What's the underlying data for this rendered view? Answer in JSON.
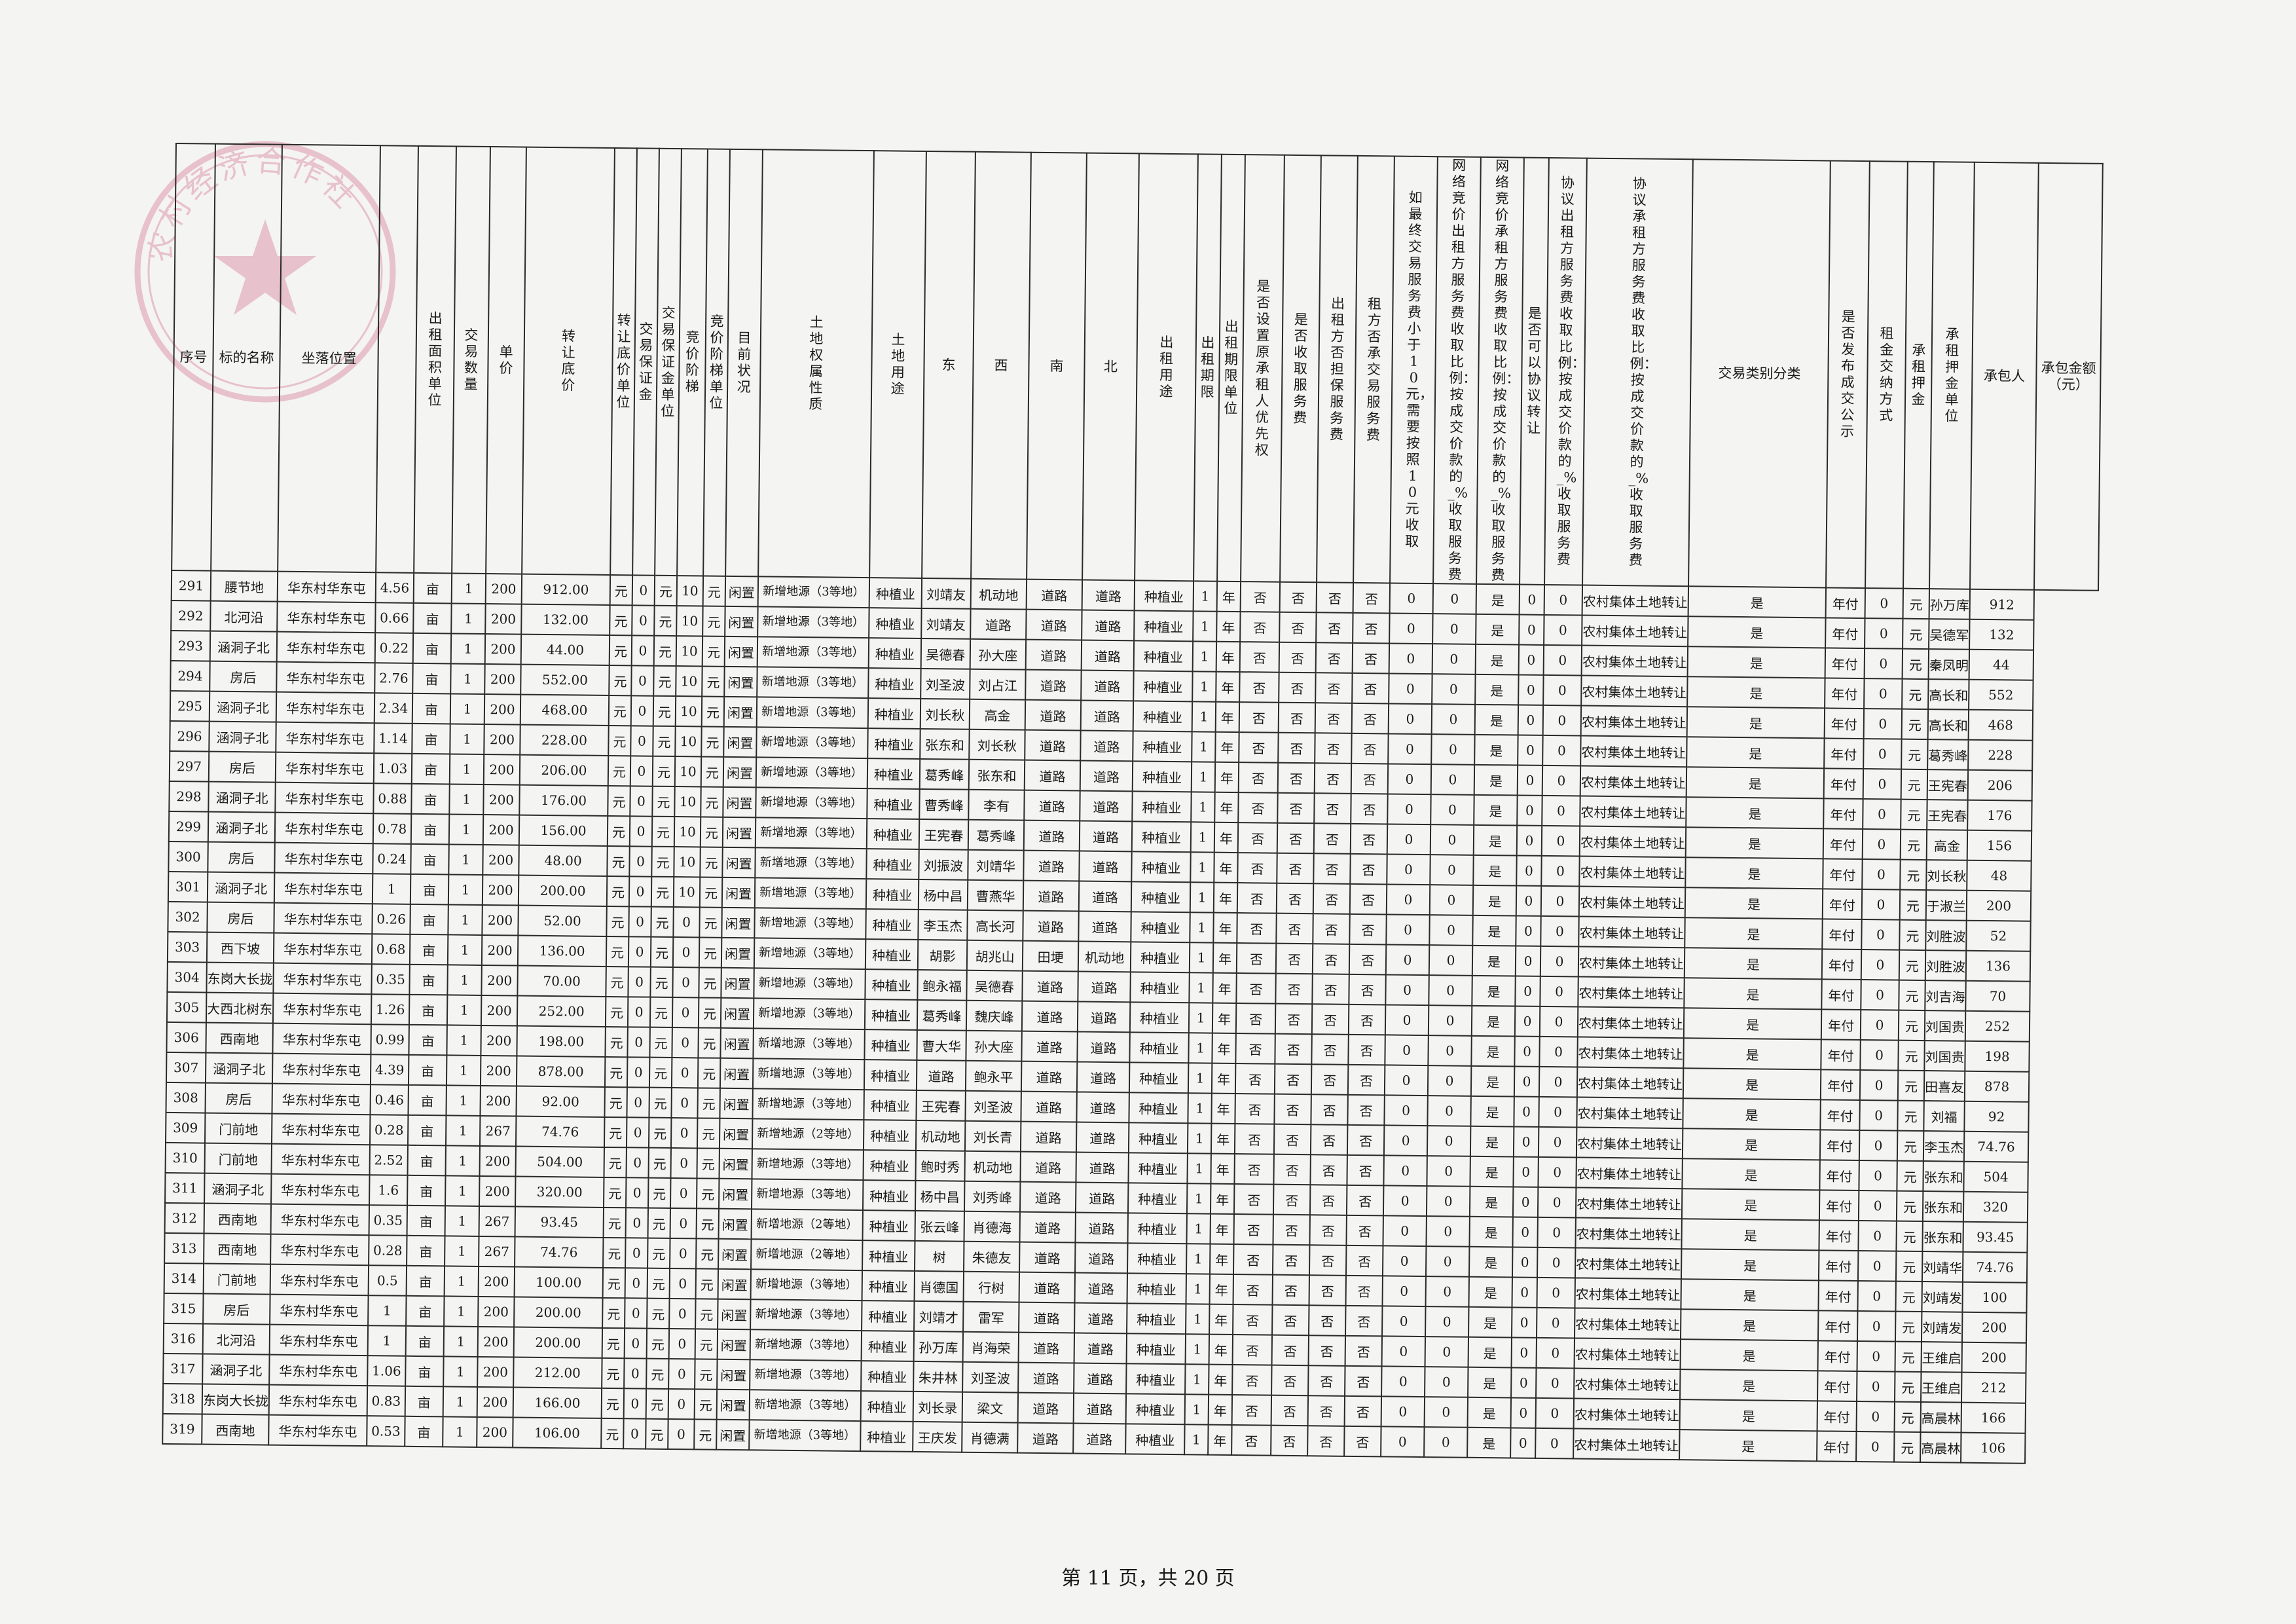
{
  "headers": [
    "序号",
    "标的名称",
    "坐落位置",
    "",
    "出租面积单位",
    "交易数量",
    "单价",
    "转让底价",
    "转让底价单位",
    "交易保证金",
    "交易保证金单位",
    "竞价阶梯",
    "竞价阶梯单位",
    "目前状况",
    "土地权属性质",
    "土地用途",
    "东",
    "西",
    "南",
    "北",
    "出租用途",
    "出租期限",
    "出租期限单位",
    "是否设置原承租人优先权",
    "是否收取服务费",
    "出租方否担保服务费",
    "租方否承交易服务费",
    "如最终交易服务费小于10元，需要按照10元收取",
    "网络竞价出租方服务费收取比例：按成交价款的_%收取服务费",
    "网络竞价承租方服务费收取比例：按成交价款的_%收取服务费",
    "是否可以协议转让",
    "协议出租方服务费收取比例：按成交价款的_%收取服务费",
    "协议承租方服务费收取比例：按成交价款的_%收取服务费",
    "交易类别分类",
    "是否发布成交公示",
    "租金交纳方式",
    "承租押金",
    "承租押金单位",
    "承包人",
    "承包金额（元）"
  ],
  "rows": [
    [
      "291",
      "腰节地",
      "华东村华东屯",
      "4.56",
      "亩",
      "1",
      "200",
      "912.00",
      "元",
      "0",
      "元",
      "10",
      "元",
      "闲置",
      "新增地源（3等地）",
      "种植业",
      "刘靖友",
      "机动地",
      "道路",
      "道路",
      "种植业",
      "1",
      "年",
      "否",
      "否",
      "否",
      "否",
      "0",
      "0",
      "是",
      "0",
      "0",
      "农村集体土地转让",
      "是",
      "年付",
      "0",
      "元",
      "孙万库",
      "912"
    ],
    [
      "292",
      "北河沿",
      "华东村华东屯",
      "0.66",
      "亩",
      "1",
      "200",
      "132.00",
      "元",
      "0",
      "元",
      "10",
      "元",
      "闲置",
      "新增地源（3等地）",
      "种植业",
      "刘靖友",
      "道路",
      "道路",
      "道路",
      "种植业",
      "1",
      "年",
      "否",
      "否",
      "否",
      "否",
      "0",
      "0",
      "是",
      "0",
      "0",
      "农村集体土地转让",
      "是",
      "年付",
      "0",
      "元",
      "吴德军",
      "132"
    ],
    [
      "293",
      "涵洞子北",
      "华东村华东屯",
      "0.22",
      "亩",
      "1",
      "200",
      "44.00",
      "元",
      "0",
      "元",
      "10",
      "元",
      "闲置",
      "新增地源（3等地）",
      "种植业",
      "吴德春",
      "孙大座",
      "道路",
      "道路",
      "种植业",
      "1",
      "年",
      "否",
      "否",
      "否",
      "否",
      "0",
      "0",
      "是",
      "0",
      "0",
      "农村集体土地转让",
      "是",
      "年付",
      "0",
      "元",
      "秦凤明",
      "44"
    ],
    [
      "294",
      "房后",
      "华东村华东屯",
      "2.76",
      "亩",
      "1",
      "200",
      "552.00",
      "元",
      "0",
      "元",
      "10",
      "元",
      "闲置",
      "新增地源（3等地）",
      "种植业",
      "刘圣波",
      "刘占江",
      "道路",
      "道路",
      "种植业",
      "1",
      "年",
      "否",
      "否",
      "否",
      "否",
      "0",
      "0",
      "是",
      "0",
      "0",
      "农村集体土地转让",
      "是",
      "年付",
      "0",
      "元",
      "高长和",
      "552"
    ],
    [
      "295",
      "涵洞子北",
      "华东村华东屯",
      "2.34",
      "亩",
      "1",
      "200",
      "468.00",
      "元",
      "0",
      "元",
      "10",
      "元",
      "闲置",
      "新增地源（3等地）",
      "种植业",
      "刘长秋",
      "高金",
      "道路",
      "道路",
      "种植业",
      "1",
      "年",
      "否",
      "否",
      "否",
      "否",
      "0",
      "0",
      "是",
      "0",
      "0",
      "农村集体土地转让",
      "是",
      "年付",
      "0",
      "元",
      "高长和",
      "468"
    ],
    [
      "296",
      "涵洞子北",
      "华东村华东屯",
      "1.14",
      "亩",
      "1",
      "200",
      "228.00",
      "元",
      "0",
      "元",
      "10",
      "元",
      "闲置",
      "新增地源（3等地）",
      "种植业",
      "张东和",
      "刘长秋",
      "道路",
      "道路",
      "种植业",
      "1",
      "年",
      "否",
      "否",
      "否",
      "否",
      "0",
      "0",
      "是",
      "0",
      "0",
      "农村集体土地转让",
      "是",
      "年付",
      "0",
      "元",
      "葛秀峰",
      "228"
    ],
    [
      "297",
      "房后",
      "华东村华东屯",
      "1.03",
      "亩",
      "1",
      "200",
      "206.00",
      "元",
      "0",
      "元",
      "10",
      "元",
      "闲置",
      "新增地源（3等地）",
      "种植业",
      "葛秀峰",
      "张东和",
      "道路",
      "道路",
      "种植业",
      "1",
      "年",
      "否",
      "否",
      "否",
      "否",
      "0",
      "0",
      "是",
      "0",
      "0",
      "农村集体土地转让",
      "是",
      "年付",
      "0",
      "元",
      "王宪春",
      "206"
    ],
    [
      "298",
      "涵洞子北",
      "华东村华东屯",
      "0.88",
      "亩",
      "1",
      "200",
      "176.00",
      "元",
      "0",
      "元",
      "10",
      "元",
      "闲置",
      "新增地源（3等地）",
      "种植业",
      "曹秀峰",
      "李有",
      "道路",
      "道路",
      "种植业",
      "1",
      "年",
      "否",
      "否",
      "否",
      "否",
      "0",
      "0",
      "是",
      "0",
      "0",
      "农村集体土地转让",
      "是",
      "年付",
      "0",
      "元",
      "王宪春",
      "176"
    ],
    [
      "299",
      "涵洞子北",
      "华东村华东屯",
      "0.78",
      "亩",
      "1",
      "200",
      "156.00",
      "元",
      "0",
      "元",
      "10",
      "元",
      "闲置",
      "新增地源（3等地）",
      "种植业",
      "王宪春",
      "葛秀峰",
      "道路",
      "道路",
      "种植业",
      "1",
      "年",
      "否",
      "否",
      "否",
      "否",
      "0",
      "0",
      "是",
      "0",
      "0",
      "农村集体土地转让",
      "是",
      "年付",
      "0",
      "元",
      "高金",
      "156"
    ],
    [
      "300",
      "房后",
      "华东村华东屯",
      "0.24",
      "亩",
      "1",
      "200",
      "48.00",
      "元",
      "0",
      "元",
      "10",
      "元",
      "闲置",
      "新增地源（3等地）",
      "种植业",
      "刘振波",
      "刘靖华",
      "道路",
      "道路",
      "种植业",
      "1",
      "年",
      "否",
      "否",
      "否",
      "否",
      "0",
      "0",
      "是",
      "0",
      "0",
      "农村集体土地转让",
      "是",
      "年付",
      "0",
      "元",
      "刘长秋",
      "48"
    ],
    [
      "301",
      "涵洞子北",
      "华东村华东屯",
      "1",
      "亩",
      "1",
      "200",
      "200.00",
      "元",
      "0",
      "元",
      "10",
      "元",
      "闲置",
      "新增地源（3等地）",
      "种植业",
      "杨中昌",
      "曹燕华",
      "道路",
      "道路",
      "种植业",
      "1",
      "年",
      "否",
      "否",
      "否",
      "否",
      "0",
      "0",
      "是",
      "0",
      "0",
      "农村集体土地转让",
      "是",
      "年付",
      "0",
      "元",
      "于淑兰",
      "200"
    ],
    [
      "302",
      "房后",
      "华东村华东屯",
      "0.26",
      "亩",
      "1",
      "200",
      "52.00",
      "元",
      "0",
      "元",
      "0",
      "元",
      "闲置",
      "新增地源（3等地）",
      "种植业",
      "李玉杰",
      "高长河",
      "道路",
      "道路",
      "种植业",
      "1",
      "年",
      "否",
      "否",
      "否",
      "否",
      "0",
      "0",
      "是",
      "0",
      "0",
      "农村集体土地转让",
      "是",
      "年付",
      "0",
      "元",
      "刘胜波",
      "52"
    ],
    [
      "303",
      "西下坡",
      "华东村华东屯",
      "0.68",
      "亩",
      "1",
      "200",
      "136.00",
      "元",
      "0",
      "元",
      "0",
      "元",
      "闲置",
      "新增地源（3等地）",
      "种植业",
      "胡影",
      "胡兆山",
      "田埂",
      "机动地",
      "种植业",
      "1",
      "年",
      "否",
      "否",
      "否",
      "否",
      "0",
      "0",
      "是",
      "0",
      "0",
      "农村集体土地转让",
      "是",
      "年付",
      "0",
      "元",
      "刘胜波",
      "136"
    ],
    [
      "304",
      "东岗大长拢",
      "华东村华东屯",
      "0.35",
      "亩",
      "1",
      "200",
      "70.00",
      "元",
      "0",
      "元",
      "0",
      "元",
      "闲置",
      "新增地源（3等地）",
      "种植业",
      "鲍永福",
      "吴德春",
      "道路",
      "道路",
      "种植业",
      "1",
      "年",
      "否",
      "否",
      "否",
      "否",
      "0",
      "0",
      "是",
      "0",
      "0",
      "农村集体土地转让",
      "是",
      "年付",
      "0",
      "元",
      "刘吉海",
      "70"
    ],
    [
      "305",
      "大西北树东",
      "华东村华东屯",
      "1.26",
      "亩",
      "1",
      "200",
      "252.00",
      "元",
      "0",
      "元",
      "0",
      "元",
      "闲置",
      "新增地源（3等地）",
      "种植业",
      "葛秀峰",
      "魏庆峰",
      "道路",
      "道路",
      "种植业",
      "1",
      "年",
      "否",
      "否",
      "否",
      "否",
      "0",
      "0",
      "是",
      "0",
      "0",
      "农村集体土地转让",
      "是",
      "年付",
      "0",
      "元",
      "刘国贵",
      "252"
    ],
    [
      "306",
      "西南地",
      "华东村华东屯",
      "0.99",
      "亩",
      "1",
      "200",
      "198.00",
      "元",
      "0",
      "元",
      "0",
      "元",
      "闲置",
      "新增地源（3等地）",
      "种植业",
      "曹大华",
      "孙大座",
      "道路",
      "道路",
      "种植业",
      "1",
      "年",
      "否",
      "否",
      "否",
      "否",
      "0",
      "0",
      "是",
      "0",
      "0",
      "农村集体土地转让",
      "是",
      "年付",
      "0",
      "元",
      "刘国贵",
      "198"
    ],
    [
      "307",
      "涵洞子北",
      "华东村华东屯",
      "4.39",
      "亩",
      "1",
      "200",
      "878.00",
      "元",
      "0",
      "元",
      "0",
      "元",
      "闲置",
      "新增地源（3等地）",
      "种植业",
      "道路",
      "鲍永平",
      "道路",
      "道路",
      "种植业",
      "1",
      "年",
      "否",
      "否",
      "否",
      "否",
      "0",
      "0",
      "是",
      "0",
      "0",
      "农村集体土地转让",
      "是",
      "年付",
      "0",
      "元",
      "田喜友",
      "878"
    ],
    [
      "308",
      "房后",
      "华东村华东屯",
      "0.46",
      "亩",
      "1",
      "200",
      "92.00",
      "元",
      "0",
      "元",
      "0",
      "元",
      "闲置",
      "新增地源（3等地）",
      "种植业",
      "王宪春",
      "刘圣波",
      "道路",
      "道路",
      "种植业",
      "1",
      "年",
      "否",
      "否",
      "否",
      "否",
      "0",
      "0",
      "是",
      "0",
      "0",
      "农村集体土地转让",
      "是",
      "年付",
      "0",
      "元",
      "刘福",
      "92"
    ],
    [
      "309",
      "门前地",
      "华东村华东屯",
      "0.28",
      "亩",
      "1",
      "267",
      "74.76",
      "元",
      "0",
      "元",
      "0",
      "元",
      "闲置",
      "新增地源（2等地）",
      "种植业",
      "机动地",
      "刘长青",
      "道路",
      "道路",
      "种植业",
      "1",
      "年",
      "否",
      "否",
      "否",
      "否",
      "0",
      "0",
      "是",
      "0",
      "0",
      "农村集体土地转让",
      "是",
      "年付",
      "0",
      "元",
      "李玉杰",
      "74.76"
    ],
    [
      "310",
      "门前地",
      "华东村华东屯",
      "2.52",
      "亩",
      "1",
      "200",
      "504.00",
      "元",
      "0",
      "元",
      "0",
      "元",
      "闲置",
      "新增地源（3等地）",
      "种植业",
      "鲍时秀",
      "机动地",
      "道路",
      "道路",
      "种植业",
      "1",
      "年",
      "否",
      "否",
      "否",
      "否",
      "0",
      "0",
      "是",
      "0",
      "0",
      "农村集体土地转让",
      "是",
      "年付",
      "0",
      "元",
      "张东和",
      "504"
    ],
    [
      "311",
      "涵洞子北",
      "华东村华东屯",
      "1.6",
      "亩",
      "1",
      "200",
      "320.00",
      "元",
      "0",
      "元",
      "0",
      "元",
      "闲置",
      "新增地源（3等地）",
      "种植业",
      "杨中昌",
      "刘秀峰",
      "道路",
      "道路",
      "种植业",
      "1",
      "年",
      "否",
      "否",
      "否",
      "否",
      "0",
      "0",
      "是",
      "0",
      "0",
      "农村集体土地转让",
      "是",
      "年付",
      "0",
      "元",
      "张东和",
      "320"
    ],
    [
      "312",
      "西南地",
      "华东村华东屯",
      "0.35",
      "亩",
      "1",
      "267",
      "93.45",
      "元",
      "0",
      "元",
      "0",
      "元",
      "闲置",
      "新增地源（2等地）",
      "种植业",
      "张云峰",
      "肖德海",
      "道路",
      "道路",
      "种植业",
      "1",
      "年",
      "否",
      "否",
      "否",
      "否",
      "0",
      "0",
      "是",
      "0",
      "0",
      "农村集体土地转让",
      "是",
      "年付",
      "0",
      "元",
      "张东和",
      "93.45"
    ],
    [
      "313",
      "西南地",
      "华东村华东屯",
      "0.28",
      "亩",
      "1",
      "267",
      "74.76",
      "元",
      "0",
      "元",
      "0",
      "元",
      "闲置",
      "新增地源（2等地）",
      "种植业",
      "树",
      "朱德友",
      "道路",
      "道路",
      "种植业",
      "1",
      "年",
      "否",
      "否",
      "否",
      "否",
      "0",
      "0",
      "是",
      "0",
      "0",
      "农村集体土地转让",
      "是",
      "年付",
      "0",
      "元",
      "刘靖华",
      "74.76"
    ],
    [
      "314",
      "门前地",
      "华东村华东屯",
      "0.5",
      "亩",
      "1",
      "200",
      "100.00",
      "元",
      "0",
      "元",
      "0",
      "元",
      "闲置",
      "新增地源（3等地）",
      "种植业",
      "肖德国",
      "行树",
      "道路",
      "道路",
      "种植业",
      "1",
      "年",
      "否",
      "否",
      "否",
      "否",
      "0",
      "0",
      "是",
      "0",
      "0",
      "农村集体土地转让",
      "是",
      "年付",
      "0",
      "元",
      "刘靖发",
      "100"
    ],
    [
      "315",
      "房后",
      "华东村华东屯",
      "1",
      "亩",
      "1",
      "200",
      "200.00",
      "元",
      "0",
      "元",
      "0",
      "元",
      "闲置",
      "新增地源（3等地）",
      "种植业",
      "刘靖才",
      "雷军",
      "道路",
      "道路",
      "种植业",
      "1",
      "年",
      "否",
      "否",
      "否",
      "否",
      "0",
      "0",
      "是",
      "0",
      "0",
      "农村集体土地转让",
      "是",
      "年付",
      "0",
      "元",
      "刘靖发",
      "200"
    ],
    [
      "316",
      "北河沿",
      "华东村华东屯",
      "1",
      "亩",
      "1",
      "200",
      "200.00",
      "元",
      "0",
      "元",
      "0",
      "元",
      "闲置",
      "新增地源（3等地）",
      "种植业",
      "孙万库",
      "肖海荣",
      "道路",
      "道路",
      "种植业",
      "1",
      "年",
      "否",
      "否",
      "否",
      "否",
      "0",
      "0",
      "是",
      "0",
      "0",
      "农村集体土地转让",
      "是",
      "年付",
      "0",
      "元",
      "王维启",
      "200"
    ],
    [
      "317",
      "涵洞子北",
      "华东村华东屯",
      "1.06",
      "亩",
      "1",
      "200",
      "212.00",
      "元",
      "0",
      "元",
      "0",
      "元",
      "闲置",
      "新增地源（3等地）",
      "种植业",
      "朱井林",
      "刘圣波",
      "道路",
      "道路",
      "种植业",
      "1",
      "年",
      "否",
      "否",
      "否",
      "否",
      "0",
      "0",
      "是",
      "0",
      "0",
      "农村集体土地转让",
      "是",
      "年付",
      "0",
      "元",
      "王维启",
      "212"
    ],
    [
      "318",
      "东岗大长拢",
      "华东村华东屯",
      "0.83",
      "亩",
      "1",
      "200",
      "166.00",
      "元",
      "0",
      "元",
      "0",
      "元",
      "闲置",
      "新增地源（3等地）",
      "种植业",
      "刘长录",
      "梁文",
      "道路",
      "道路",
      "种植业",
      "1",
      "年",
      "否",
      "否",
      "否",
      "否",
      "0",
      "0",
      "是",
      "0",
      "0",
      "农村集体土地转让",
      "是",
      "年付",
      "0",
      "元",
      "高晨林",
      "166"
    ],
    [
      "319",
      "西南地",
      "华东村华东屯",
      "0.53",
      "亩",
      "1",
      "200",
      "106.00",
      "元",
      "0",
      "元",
      "0",
      "元",
      "闲置",
      "新增地源（3等地）",
      "种植业",
      "王庆发",
      "肖德满",
      "道路",
      "道路",
      "种植业",
      "1",
      "年",
      "否",
      "否",
      "否",
      "否",
      "0",
      "0",
      "是",
      "0",
      "0",
      "农村集体土地转让",
      "是",
      "年付",
      "0",
      "元",
      "高晨林",
      "106"
    ]
  ],
  "footer": "第 11 页，共 20 页",
  "stamp": {
    "color": "#d9849f",
    "text": "农村经济合作社",
    "icon": "star-icon"
  }
}
